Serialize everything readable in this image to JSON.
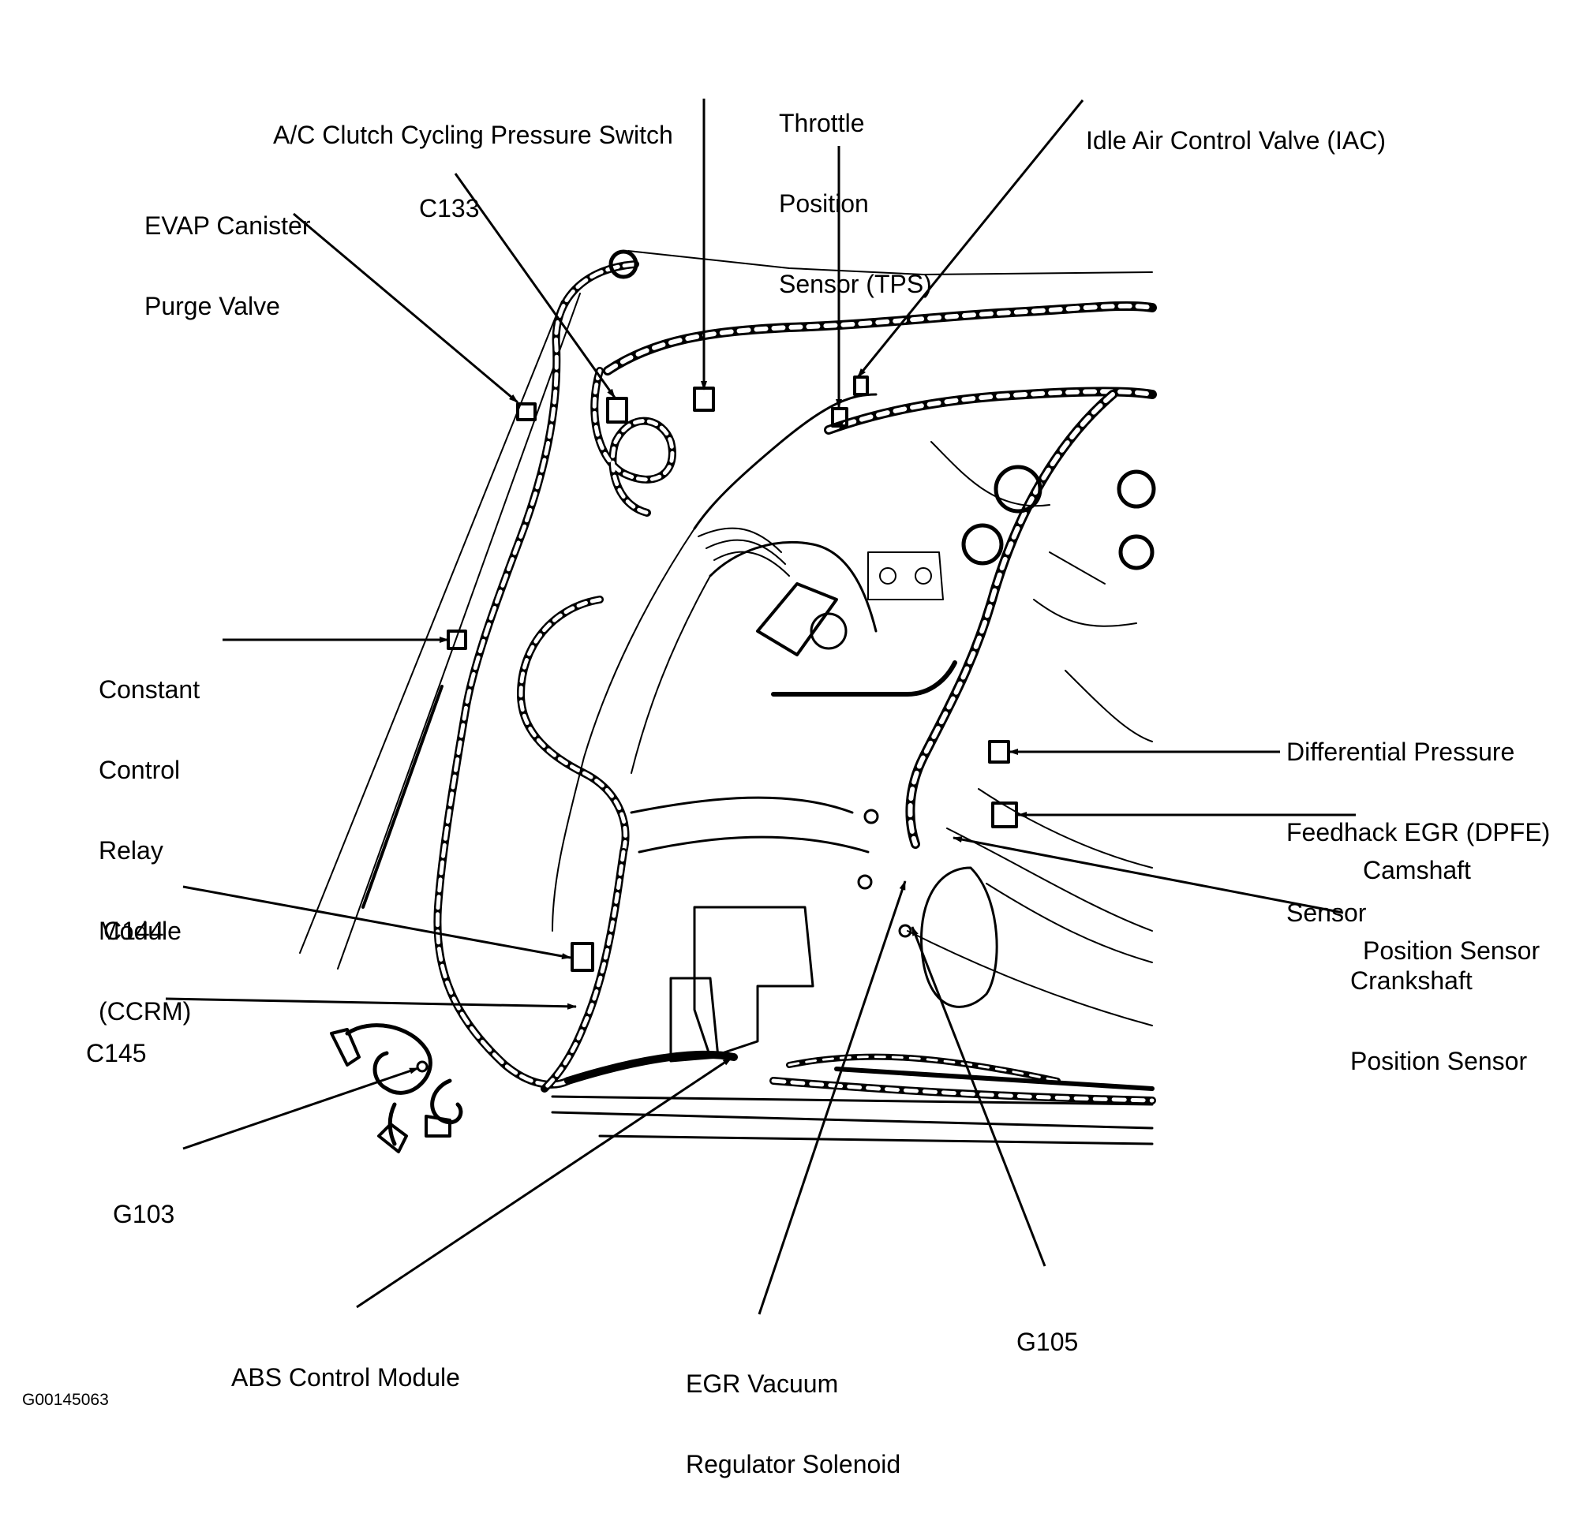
{
  "diagram": {
    "title": "Engine compartment component locations",
    "figure_id": "G00145063",
    "ink_color": "#000000",
    "background_color": "#ffffff",
    "callouts": [
      {
        "id": "ac-clutch-cycling-pressure-switch",
        "lines": [
          "A/C Clutch Cycling Pressure Switch"
        ],
        "type": "component"
      },
      {
        "id": "evap-canister-purge-valve",
        "lines": [
          "EVAP Canister",
          "Purge Valve"
        ],
        "type": "component"
      },
      {
        "id": "c133",
        "lines": [
          "C133"
        ],
        "type": "connector"
      },
      {
        "id": "throttle-position-sensor",
        "lines": [
          "Throttle",
          "Position",
          "Sensor (TPS)"
        ],
        "type": "component"
      },
      {
        "id": "idle-air-control-valve",
        "lines": [
          "Idle Air Control Valve (IAC)"
        ],
        "type": "component"
      },
      {
        "id": "constant-control-relay-module",
        "lines": [
          "Constant",
          "Control",
          "Relay",
          "Module",
          "(CCRM)"
        ],
        "type": "component"
      },
      {
        "id": "dpfe-sensor",
        "lines": [
          "Differential Pressure",
          "Feedhack EGR (DPFE)",
          "Sensor"
        ],
        "type": "component"
      },
      {
        "id": "camshaft-position-sensor",
        "lines": [
          "Camshaft",
          "Position Sensor"
        ],
        "type": "component"
      },
      {
        "id": "crankshaft-position-sensor",
        "lines": [
          "Crankshaft",
          "Position Sensor"
        ],
        "type": "component"
      },
      {
        "id": "c144",
        "lines": [
          "C144"
        ],
        "type": "connector"
      },
      {
        "id": "c145",
        "lines": [
          "C145"
        ],
        "type": "connector"
      },
      {
        "id": "g103",
        "lines": [
          "G103"
        ],
        "type": "ground"
      },
      {
        "id": "abs-control-module",
        "lines": [
          "ABS Control Module"
        ],
        "type": "component"
      },
      {
        "id": "egr-vacuum-regulator-solenoid",
        "lines": [
          "EGR Vacuum",
          "Regulator Solenoid"
        ],
        "type": "component"
      },
      {
        "id": "g105",
        "lines": [
          "G105"
        ],
        "type": "ground"
      }
    ]
  }
}
